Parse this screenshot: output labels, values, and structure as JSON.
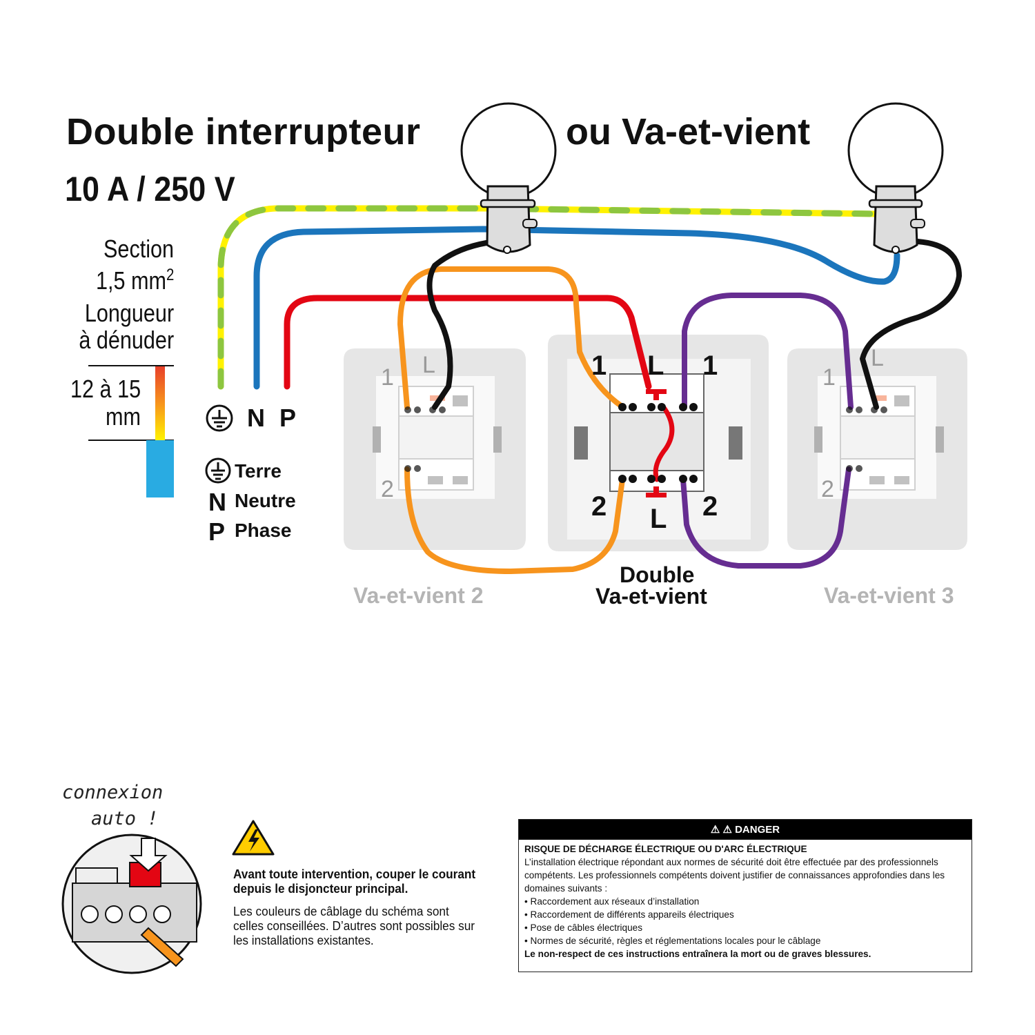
{
  "title": {
    "left": "Double interrupteur",
    "right": "ou Va-et-vient"
  },
  "rating": "10 A / 250 V",
  "specs": {
    "section_label": "Section",
    "section_value": "1,5 mm",
    "section_sup": "2",
    "length_label": "Longueur",
    "length_label_2": "à dénuder",
    "strip_value_1": "12 à 15",
    "strip_value_2": "mm"
  },
  "supply": {
    "terre_symbol": "⏚",
    "neutral": "N",
    "phase": "P"
  },
  "legend": [
    {
      "letter": "⏚",
      "text": "Terre"
    },
    {
      "letter": "N",
      "text": "Neutre"
    },
    {
      "letter": "P",
      "text": "Phase"
    }
  ],
  "devices": {
    "va2": {
      "caption": "Va-et-vient 2",
      "t1": "1",
      "tL": "L",
      "t2": "2"
    },
    "double": {
      "caption_1": "Double",
      "caption_2": "Va-et-vient",
      "t1a": "1",
      "tLa": "L",
      "t1b": "1",
      "t2a": "2",
      "t2b": "2",
      "tLb": "L"
    },
    "va3": {
      "caption": "Va-et-vient 3",
      "t1": "1",
      "tL": "L",
      "t2": "2"
    }
  },
  "wire_colors": {
    "earth_green": "#8dc63f",
    "earth_yellow": "#fff200",
    "neutral": "#1b75bc",
    "phase": "#e30613",
    "traveler_orange": "#f7941d",
    "traveler_purple": "#662d91",
    "return_black": "#111111"
  },
  "auto_connect": {
    "line1": "connexion",
    "line2": "auto !"
  },
  "warning": {
    "icon": "high-voltage-warning-icon",
    "bold": "Avant toute intervention, couper le courant depuis le disjoncteur principal.",
    "text": "Les couleurs de câblage du schéma sont celles conseillées. D’autres sont possibles sur les installations existantes."
  },
  "danger": {
    "header": "⚠ ⚠ DANGER",
    "title": "RISQUE DE DÉCHARGE ÉLECTRIQUE OU D'ARC ÉLECTRIQUE",
    "intro": "L’installation électrique répondant aux normes de sécurité doit être effectuée par des professionnels compétents. Les professionnels compétents doivent justifier de connaissances approfondies dans les domaines suivants :",
    "items": [
      "• Raccordement aux réseaux d’installation",
      "• Raccordement de différents appareils électriques",
      "• Pose de câbles électriques",
      "• Normes de sécurité, règles et réglementations locales pour le câblage"
    ],
    "footer": "Le non-respect de ces instructions entraînera la mort ou de graves blessures."
  }
}
